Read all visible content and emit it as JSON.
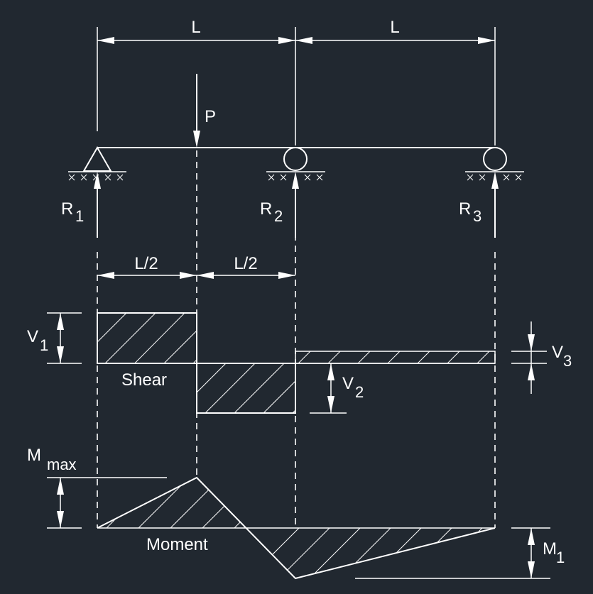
{
  "dimensions": {
    "span1": "L",
    "span2": "L",
    "half1": "L/2",
    "half2": "L/2"
  },
  "load": {
    "label": "P"
  },
  "reactions": [
    {
      "base": "R",
      "sub": "1"
    },
    {
      "base": "R",
      "sub": "2"
    },
    {
      "base": "R",
      "sub": "3"
    }
  ],
  "shear": {
    "caption": "Shear",
    "v1": {
      "base": "V",
      "sub": "1"
    },
    "v2": {
      "base": "V",
      "sub": "2"
    },
    "v3": {
      "base": "V",
      "sub": "3"
    }
  },
  "moment": {
    "caption": "Moment",
    "mmax": {
      "base": "M",
      "sub": "max"
    },
    "m1": {
      "base": "M",
      "sub": "1"
    }
  }
}
